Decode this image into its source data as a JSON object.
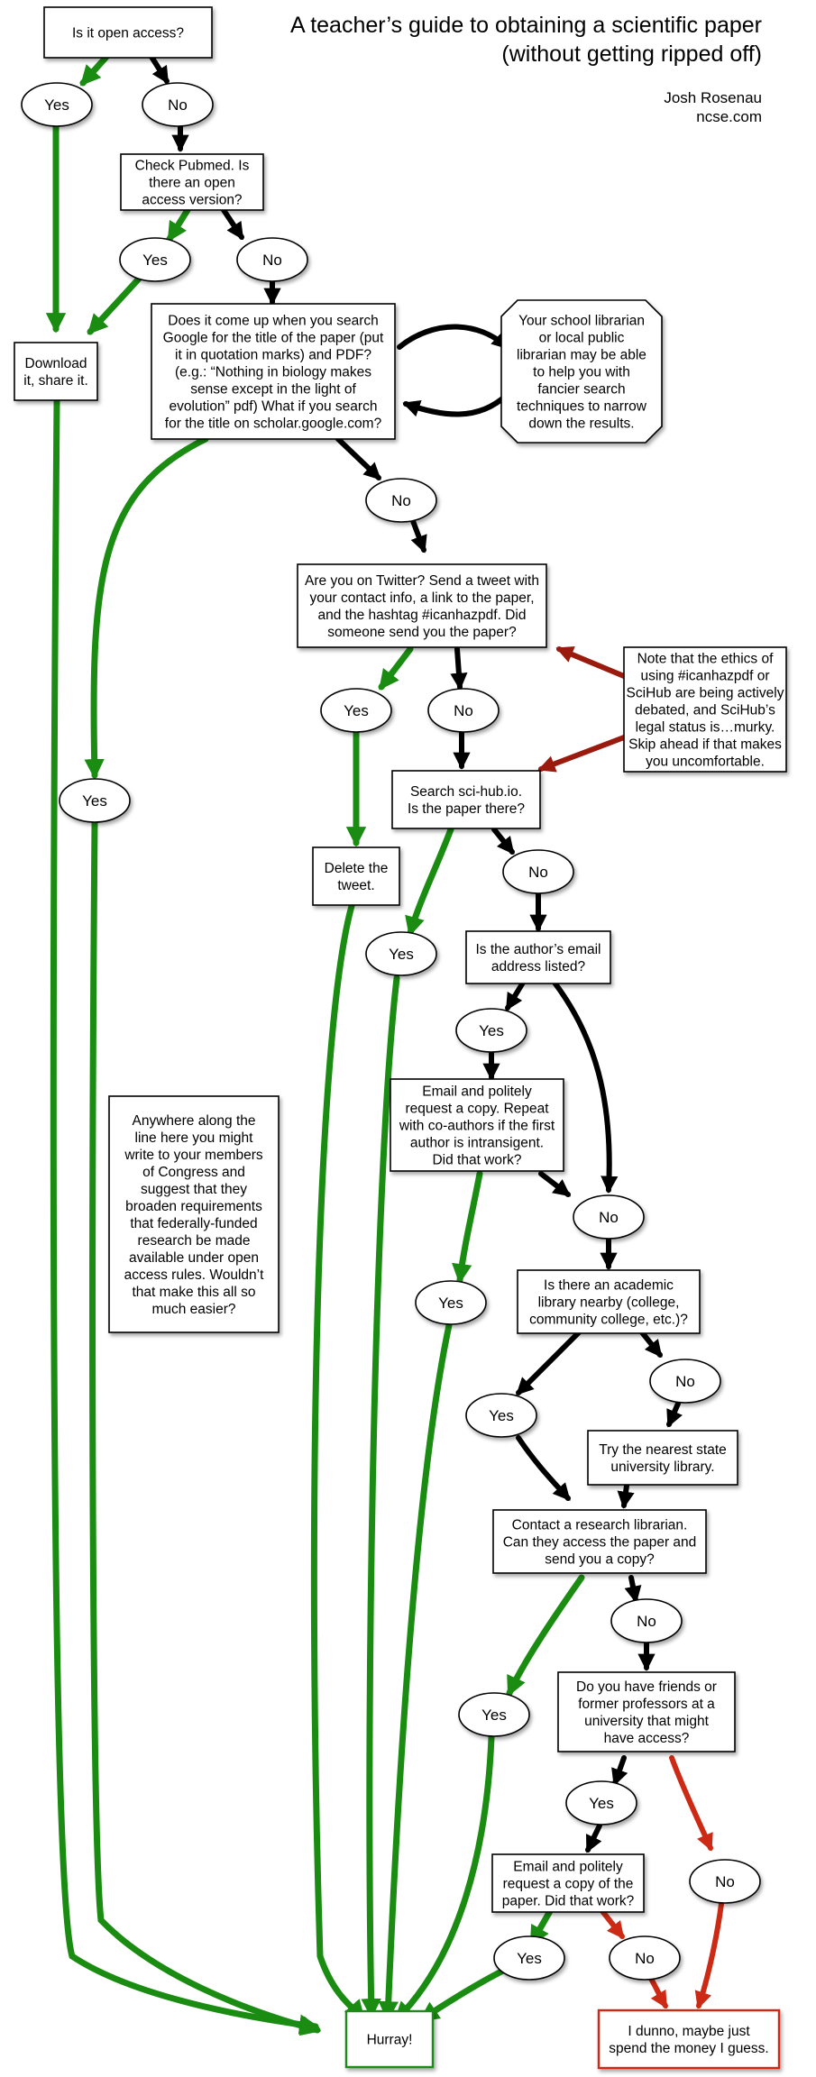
{
  "title_lines": [
    "A teacher’s guide to obtaining a scientific paper",
    "(without getting ripped off)"
  ],
  "author": "Josh Rosenau",
  "site": "ncse.com",
  "colors": {
    "black": "#000000",
    "green": "#1a8c12",
    "red": "#9a1a0e",
    "bright_red": "#cc2a14"
  },
  "nodes": {
    "open_access": [
      "Is it open access?"
    ],
    "check_pubmed": [
      "Check Pubmed. Is",
      "there an open",
      "access version?"
    ],
    "download": [
      "Download",
      "it, share it."
    ],
    "google": [
      "Does it come up when you search",
      "Google for the title of the paper (put",
      "it in quotation marks) and PDF?",
      "(e.g.: “Nothing in biology makes",
      "sense except in the light of",
      "evolution” pdf) What if you search",
      "for the title on scholar.google.com?"
    ],
    "librarian_note": [
      "Your school librarian",
      "or local public",
      "librarian may be able",
      "to help you with",
      "fancier search",
      "techniques to narrow",
      "down the results."
    ],
    "twitter": [
      "Are you on Twitter? Send a tweet with",
      "your contact info, a link to the paper,",
      "and the hashtag #icanhazpdf. Did",
      "someone send you the paper?"
    ],
    "ethics_note": [
      "Note that the ethics of",
      "using #icanhazpdf or",
      "SciHub are being actively",
      "debated, and SciHub’s",
      "legal status is…murky.",
      "Skip ahead if that makes",
      "you uncomfortable."
    ],
    "delete_tweet": [
      "Delete the",
      "tweet."
    ],
    "scihub": [
      "Search sci-hub.io.",
      "Is the paper there?"
    ],
    "author_email": [
      "Is the author’s email",
      "address listed?"
    ],
    "email_author": [
      "Email and politely",
      "request a copy. Repeat",
      "with co-authors if the first",
      "author is intransigent.",
      "Did that work?"
    ],
    "congress_note": [
      "Anywhere along the",
      "line here you might",
      "write to your members",
      "of Congress and",
      "suggest that they",
      "broaden requirements",
      "that federally-funded",
      "research be made",
      "available under open",
      "access rules. Wouldn’t",
      "that make this all so",
      "much easier?"
    ],
    "academic_library": [
      "Is there an academic",
      "library nearby (college,",
      "community college, etc.)?"
    ],
    "state_university": [
      "Try the nearest state",
      "university library."
    ],
    "research_librarian": [
      "Contact a research librarian.",
      "Can they access the paper and",
      "send you a copy?"
    ],
    "friends": [
      "Do you have friends or",
      "former professors at a",
      "university that might",
      "have access?"
    ],
    "email_friends": [
      "Email and politely",
      "request a copy of the",
      "paper. Did that work?"
    ],
    "hurray": [
      "Hurray!"
    ],
    "spend_money": [
      "I dunno, maybe just",
      "spend the money I guess."
    ]
  },
  "labels": {
    "yes": "Yes",
    "no": "No"
  }
}
